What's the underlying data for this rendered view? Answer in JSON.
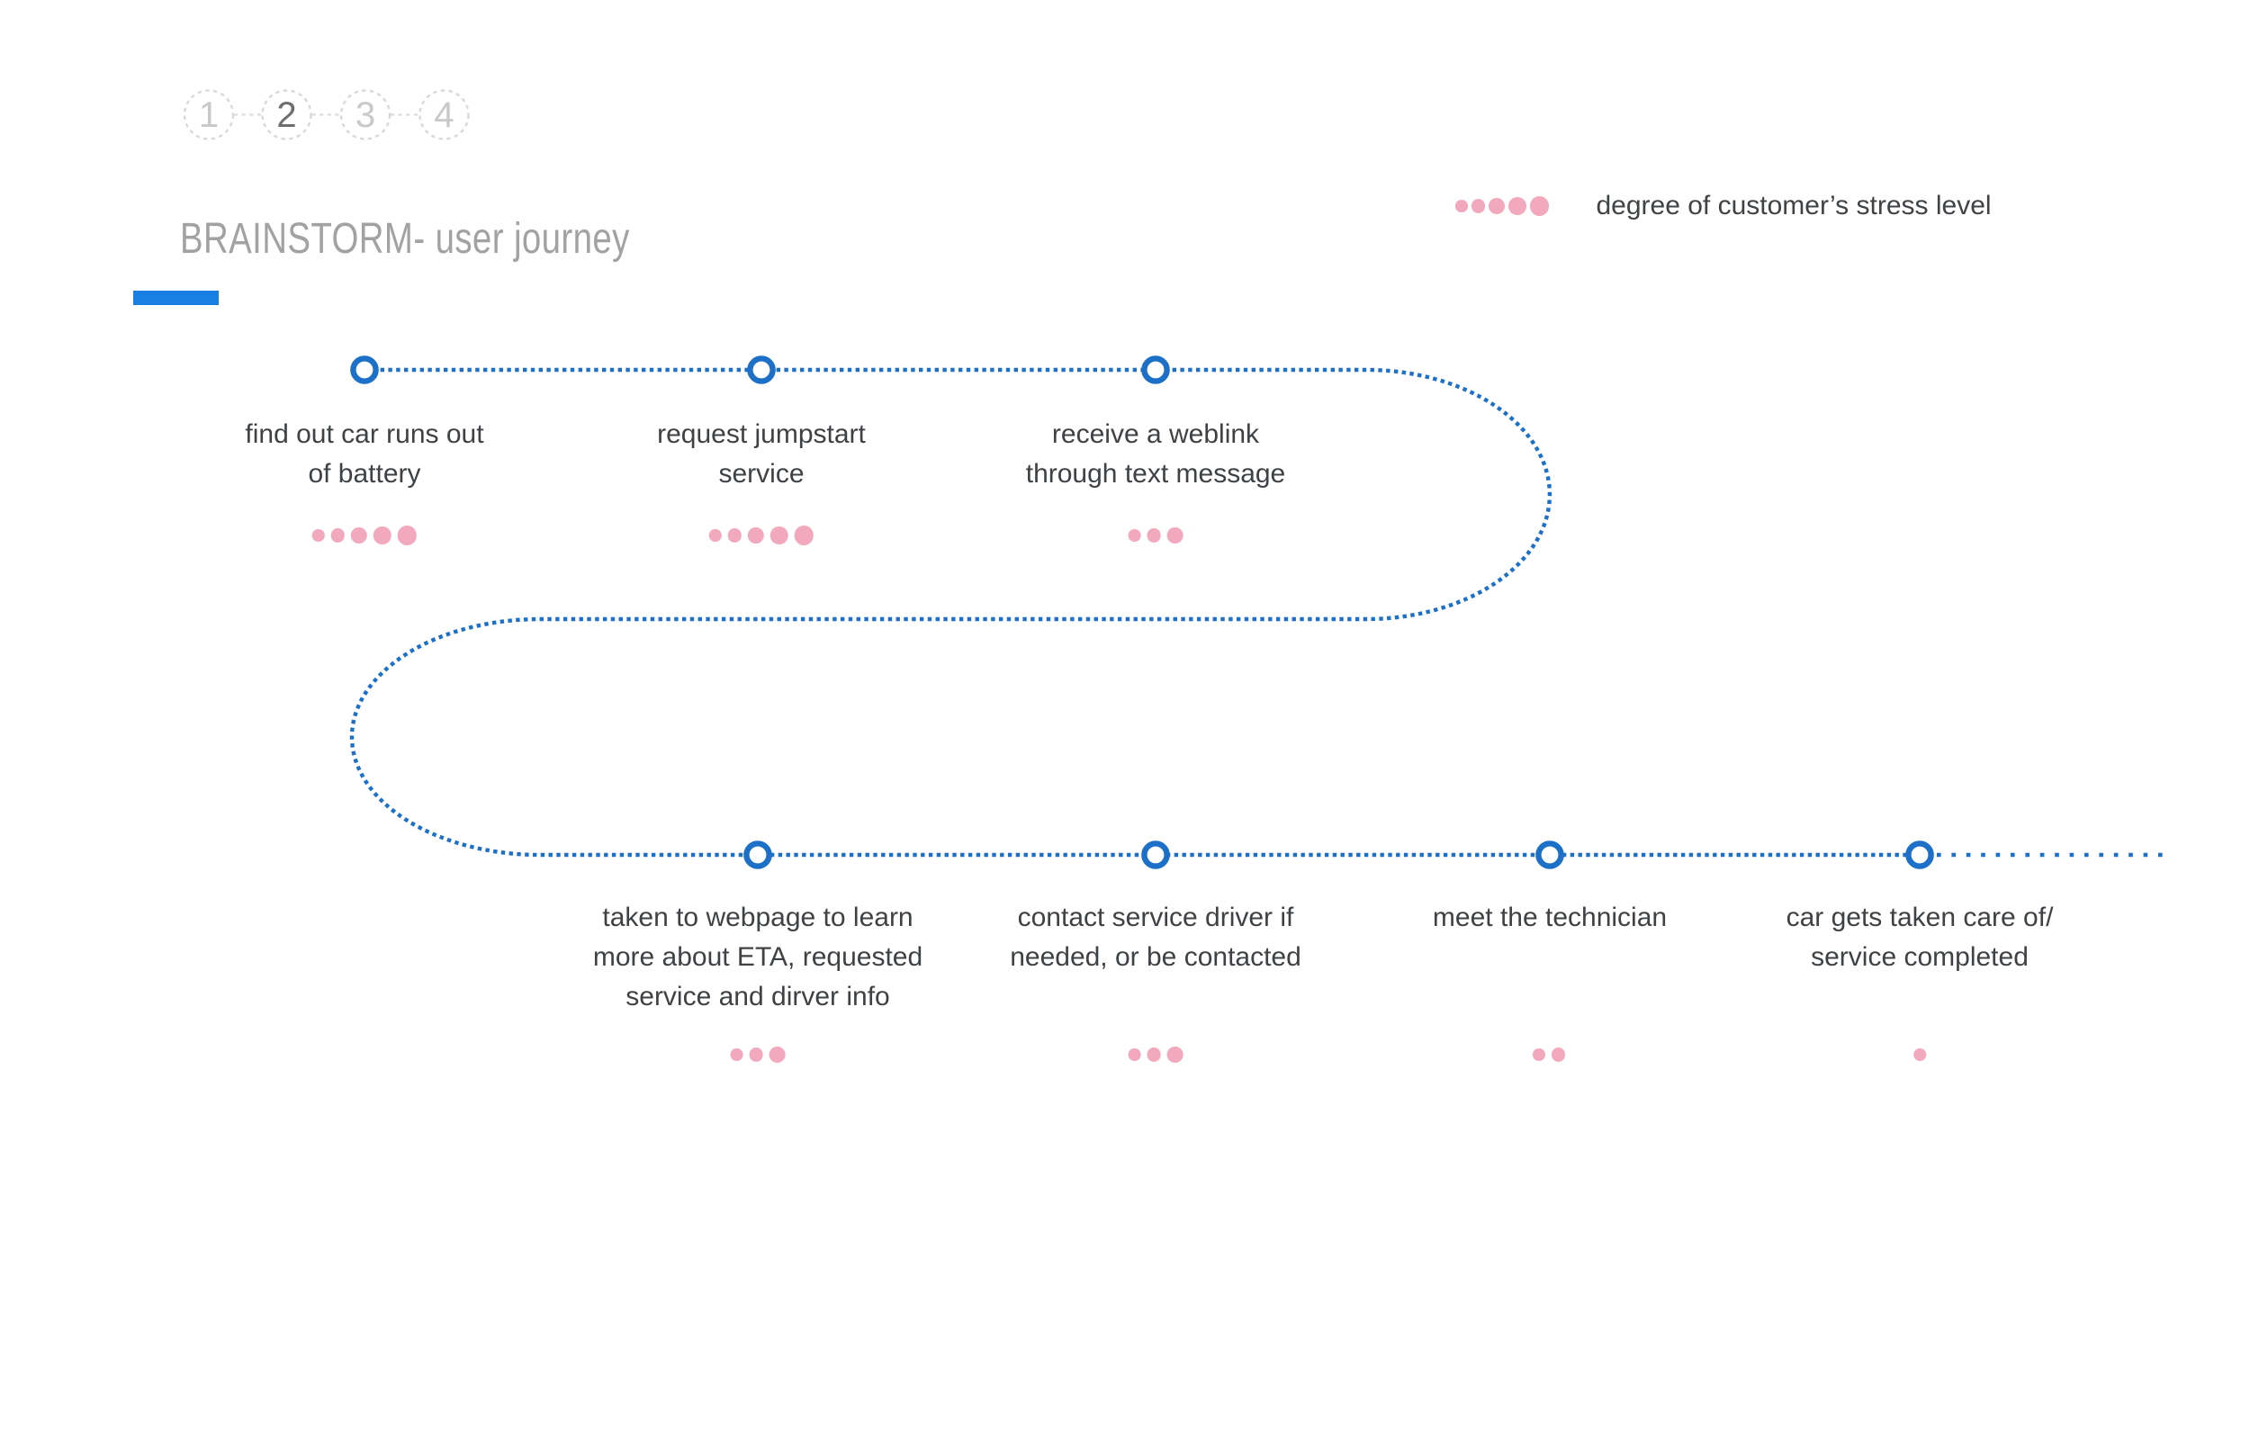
{
  "stepper": {
    "steps": [
      {
        "label": "1",
        "active": false
      },
      {
        "label": "2",
        "active": true
      },
      {
        "label": "3",
        "active": false
      },
      {
        "label": "4",
        "active": false
      }
    ]
  },
  "header": {
    "title": "BRAINSTORM- user journey"
  },
  "legend": {
    "dots": 5,
    "label": "degree of customer’s stress level"
  },
  "journey": {
    "nodes": [
      {
        "lines": [
          "find out car runs out",
          "of battery"
        ],
        "stress": 5
      },
      {
        "lines": [
          "request jumpstart",
          "service"
        ],
        "stress": 5
      },
      {
        "lines": [
          "receive a weblink",
          "through text message"
        ],
        "stress": 3
      },
      {
        "lines": [
          "taken to webpage to learn",
          "more about ETA, requested",
          "service and dirver info"
        ],
        "stress": 3
      },
      {
        "lines": [
          "contact service driver if",
          "needed, or be contacted"
        ],
        "stress": 3
      },
      {
        "lines": [
          "meet the technician"
        ],
        "stress": 2
      },
      {
        "lines": [
          "car gets taken care of/",
          "service completed"
        ],
        "stress": 1
      }
    ]
  },
  "colors": {
    "accent_blue": "#1780e2",
    "path_blue": "#1d70c8",
    "stepper_active_blue": "#4a90c8",
    "pink": "#f3a9bd"
  }
}
